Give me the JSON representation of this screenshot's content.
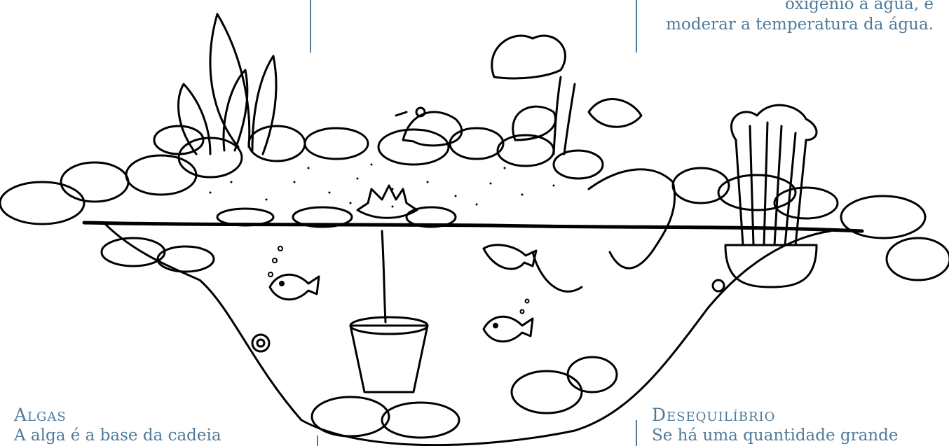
{
  "top_right_caption": {
    "line1": "oxigênio à água, e",
    "line2": "moderar a temperatura da água."
  },
  "callout_algas": {
    "heading": "Algas",
    "body": "A alga é a base da cadeia"
  },
  "callout_desequilibrio": {
    "heading": "Desequilíbrio",
    "body": "Se há uma quantidade grande"
  },
  "colors": {
    "caption_text": "#4f7a99",
    "leader_line": "#4f7a99",
    "ink": "#000000"
  }
}
